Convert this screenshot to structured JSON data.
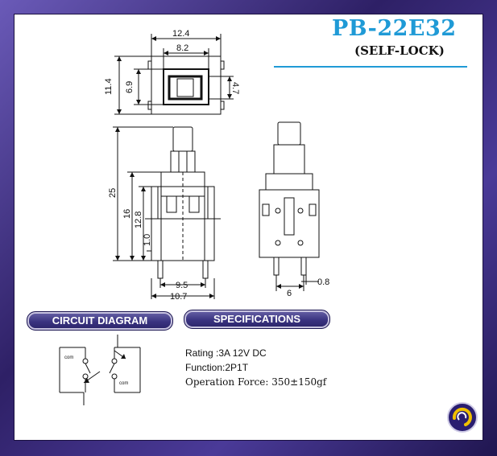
{
  "title": "PB-22E32",
  "subtitle": "(SELF-LOCK)",
  "sections": {
    "circuit": "CIRCUIT DIAGRAM",
    "specs": "SPECIFICATIONS"
  },
  "specs": [
    "Rating :3A 12V  DC",
    "Function:2P1T",
    "Operation Force: 350±150gf"
  ],
  "dimensions": {
    "top_width": "12.4",
    "top_inner": "8.2",
    "top_height": "11.4",
    "top_inner_height": "6.9",
    "top_cap": "4.7",
    "total_height": "25",
    "body_height": "16",
    "housing_height": "12.8",
    "base_height": "1.0",
    "pin_pitch": "9.5",
    "pin_span": "10.7",
    "side_pitch": "6",
    "pin_thickness": "0.8"
  },
  "circuit_labels": {
    "com_left": "com",
    "com_right": "com"
  },
  "colors": {
    "title": "#1f9ad6",
    "frame": "#3a2a78"
  },
  "icons": {
    "logo": "swirl-logo-icon"
  }
}
